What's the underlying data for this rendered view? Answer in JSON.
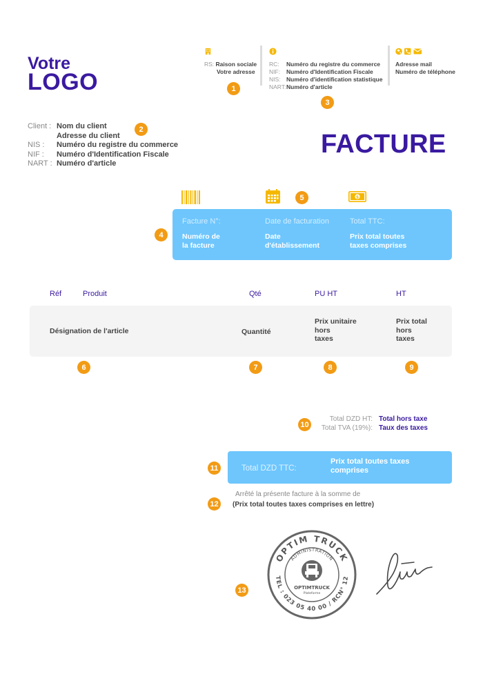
{
  "logo": {
    "line1": "Votre",
    "line2": "LOGO"
  },
  "company": {
    "rs": {
      "label": "RS:",
      "value": "Raison sociale"
    },
    "address": "Votre adresse",
    "registry": [
      {
        "label": "RC:",
        "value": "Numéro du registre du commerce"
      },
      {
        "label": "NIF:",
        "value": "Numéro d'Identification Fiscale"
      },
      {
        "label": "NIS:",
        "value": "Numéro d'identification statistique"
      },
      {
        "label": "NART:",
        "value": "Numéro d'article"
      }
    ],
    "email": "Adresse mail",
    "phone": "Numéro de téléphone"
  },
  "client": {
    "rows": [
      {
        "label": "Client :",
        "value": "Nom du client"
      },
      {
        "label": "",
        "value": "Adresse du client"
      },
      {
        "label": "NIS :",
        "value": "Numéro du registre du commerce"
      },
      {
        "label": "NIF :",
        "value": "Numéro d'Identification Fiscale"
      },
      {
        "label": "NART :",
        "value": "Numéro d'article"
      }
    ]
  },
  "title": "FACTURE",
  "invoice_info": {
    "number_label": "Facture N°:",
    "number_value": [
      "Numéro de",
      "la facture"
    ],
    "date_label": "Date de facturation",
    "date_value": [
      "Date",
      "d'établissement"
    ],
    "total_label": "Total TTC:",
    "total_value": [
      "Prix total toutes",
      "taxes comprises"
    ]
  },
  "table": {
    "headers": {
      "ref": "Réf",
      "product": "Produit",
      "qty": "Qté",
      "pu": "PU HT",
      "ht": "HT"
    },
    "row": {
      "designation": "Désignation de l'article",
      "quantity": "Quantité",
      "pu": [
        "Prix unitaire",
        "hors",
        "taxes"
      ],
      "ht": [
        "Prix total",
        "hors",
        "taxes"
      ]
    }
  },
  "totals": {
    "ht_label": "Total DZD HT:",
    "ht_value": "Total hors taxe",
    "tva_label": "Total TVA (19%):",
    "tva_value": "Taux des taxes"
  },
  "ttc": {
    "label": "Total DZD TTC:",
    "value": [
      "Prix total toutes taxes",
      "comprises"
    ]
  },
  "arrete": {
    "line1": "Arrêté la présente facture à la somme de",
    "line2": "(Prix total toutes taxes comprises en lettre)"
  },
  "stamp": {
    "top_text": "OPTIM TRUCK",
    "bottom_text": "TEL : 023 05 40 00 / RCN° 12",
    "ribbon": "ADMINISTRATION",
    "brand": "OPTIMTRUCK",
    "sub": "Plateforme"
  },
  "badges": [
    "1",
    "2",
    "3",
    "4",
    "5",
    "6",
    "7",
    "8",
    "9",
    "10",
    "11",
    "12",
    "13"
  ],
  "colors": {
    "accent": "#3a1aa0",
    "badge": "#f29b15",
    "box": "#6ec6fd",
    "icon": "#f5b800"
  },
  "icons": [
    "barcode-icon",
    "calendar-icon",
    "banknote-icon",
    "building-icon",
    "info-icon",
    "globe-icon",
    "phone-icon",
    "mail-icon"
  ]
}
